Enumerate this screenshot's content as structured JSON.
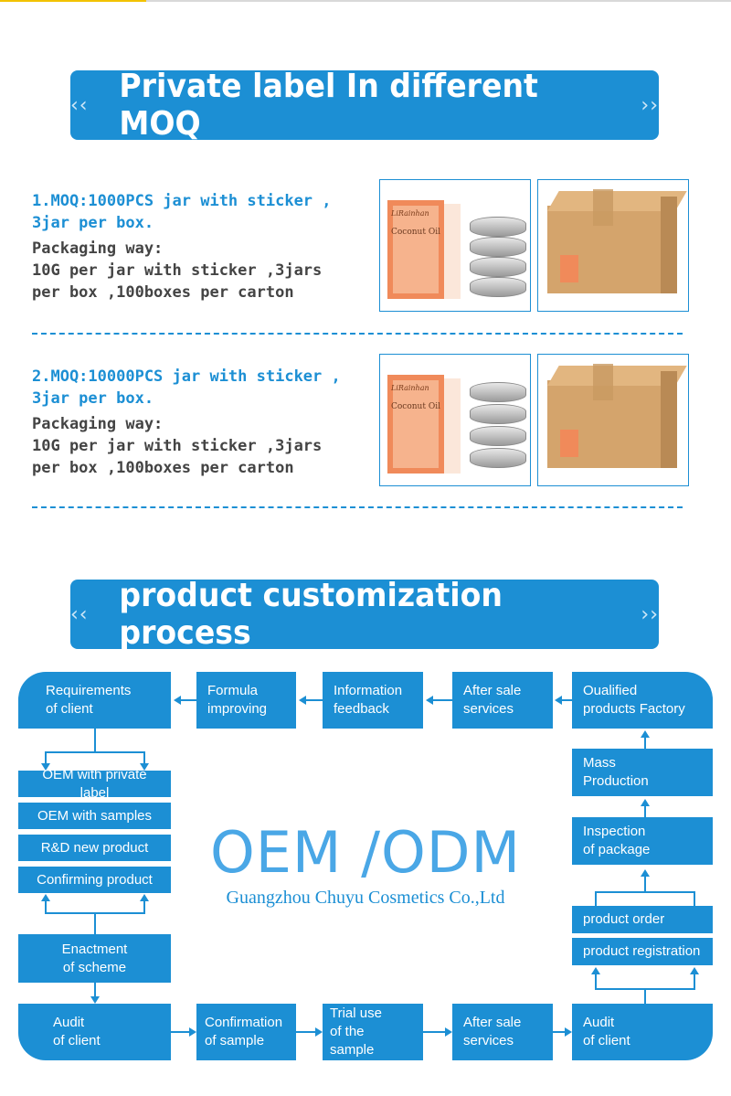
{
  "banner1": {
    "deco_left": "‹‹",
    "title": "Private label In different MOQ",
    "deco_right": "››"
  },
  "moq1": {
    "head_line1": "1.MOQ:1000PCS jar with sticker ,",
    "head_line2": "3jar  per box.",
    "body_line1": "Packaging way:",
    "body_line2": "10G per jar with sticker ,3jars",
    "body_line3": "per box ,100boxes per carton"
  },
  "moq2": {
    "head_line1": "2.MOQ:10000PCS jar with sticker ,",
    "head_line2": "3jar  per box.",
    "body_line1": "Packaging way:",
    "body_line2": "10G per jar with sticker ,3jars",
    "body_line3": "per box ,100boxes per carton"
  },
  "product_image": {
    "brand": "LiRainhan",
    "name": "Coconut Oil"
  },
  "banner2": {
    "deco_left": "‹‹",
    "title": "product customization process",
    "deco_right": "››"
  },
  "flow": {
    "requirements": "Requirements\nof client",
    "formula": "Formula\nimproving",
    "information": "Information\nfeedback",
    "after_sale_top": "After sale\nservices",
    "qualified": "Oualified\nproducts Factory",
    "oem_private": "OEM with private label",
    "oem_samples": "OEM with samples",
    "rnd": "R&D new product",
    "confirming": "Confirming product",
    "enactment": "Enactment\nof scheme",
    "mass": "Mass\nProduction",
    "inspection": "Inspection\nof package",
    "product_order": "product order",
    "product_registration": "product registration",
    "audit_left": "Audit\nof client",
    "confirmation": "Confirmation\nof sample",
    "trial": "Trial use\nof the sample",
    "after_sale_bottom": "After sale\nservices",
    "audit_right": "Audit\nof client"
  },
  "center": {
    "oem": "OEM /ODM",
    "company": "Guangzhou Chuyu Cosmetics Co.,Ltd"
  },
  "colors": {
    "accent": "#1c8fd4",
    "oem_text": "#4aa7e6",
    "top_accent": "#f2c200"
  }
}
